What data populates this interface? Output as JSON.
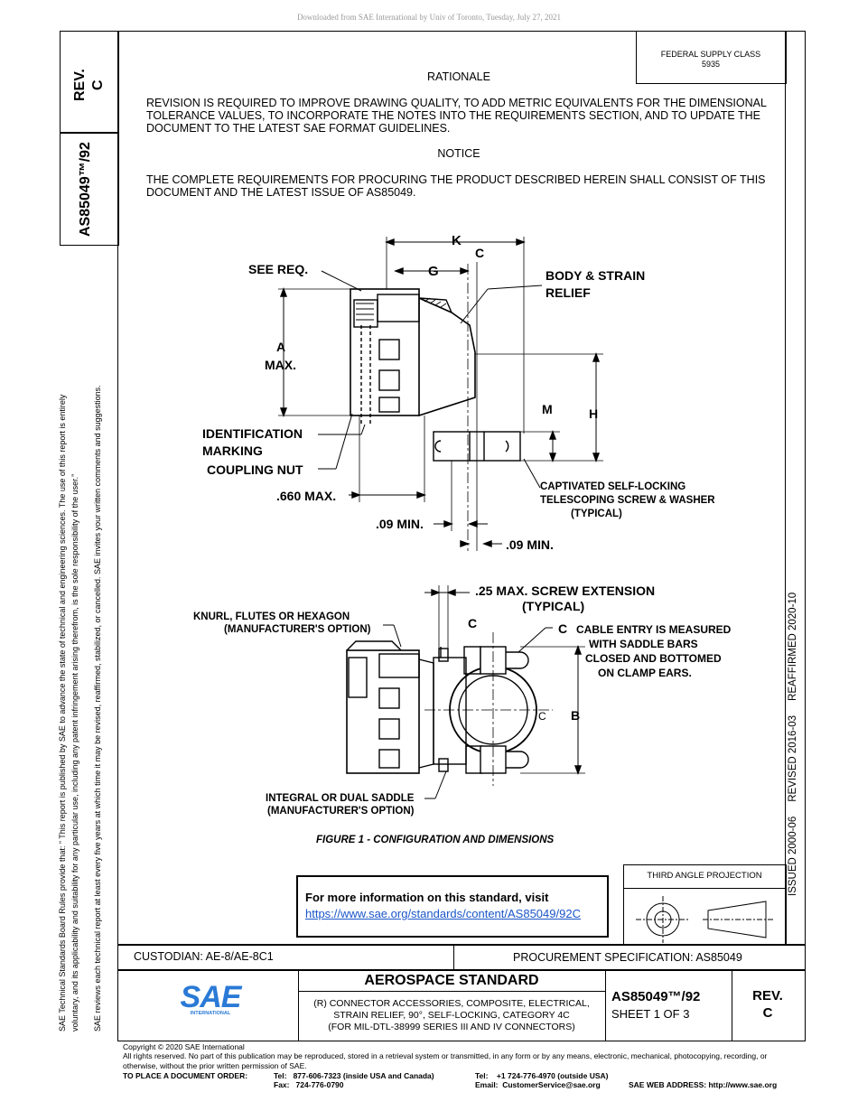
{
  "download_note": "Downloaded from SAE International by Univ of Toronto, Tuesday, July 27, 2021",
  "left_block": {
    "rev_label": "REV.",
    "rev_value": "C",
    "doc_number": "AS85049™/92"
  },
  "side_text": {
    "line1": "SAE Technical Standards Board Rules provide that: “ This report is published by SAE to advance the state of technical and engineering sciences. The use of this report is entirely",
    "line2": "voluntary, and its applicability and suitability for any particular use, including any patent infringement arising therefrom, is the sole responsibility of the user.”",
    "line3": "SAE reviews each technical report at least every five years at which time it may be revised, reaffirmed, stabilized, or cancelled. SAE invites your written comments and suggestions."
  },
  "right_strip": "ISSUED 2000-06     REVISED 2016-03     REAFFIRMED 2020-10",
  "fsc": {
    "line1": "FEDERAL SUPPLY CLASS",
    "line2": "5935"
  },
  "rationale": {
    "heading": "RATIONALE",
    "text": "REVISION IS REQUIRED TO IMPROVE DRAWING QUALITY, TO ADD METRIC EQUIVALENTS FOR THE DIMENSIONAL TOLERANCE VALUES, TO INCORPORATE THE NOTES INTO THE REQUIREMENTS SECTION, AND TO UPDATE THE DOCUMENT TO THE LATEST SAE FORMAT GUIDELINES."
  },
  "notice": {
    "heading": "NOTICE",
    "text": "THE COMPLETE REQUIREMENTS FOR PROCURING THE PRODUCT DESCRIBED HEREIN SHALL CONSIST OF THIS DOCUMENT AND THE LATEST ISSUE OF AS85049."
  },
  "figure_labels": {
    "k": "K",
    "cl_top": "C",
    "g": "G",
    "see_req": "SEE REQ.",
    "body_strain1": "BODY & STRAIN",
    "body_strain2": "RELIEF",
    "a": "A",
    "max": "MAX.",
    "m": "M",
    "h": "H",
    "ident1": "IDENTIFICATION",
    "ident2": "MARKING",
    "coupling": "COUPLING NUT",
    "max660": ".660 MAX.",
    "capt1": "CAPTIVATED SELF-LOCKING",
    "capt2": "TELESCOPING SCREW & WASHER",
    "capt3": "(TYPICAL)",
    "min09a": ".09 MIN.",
    "min09b": ".09 MIN.",
    "screw_ext1": ".25 MAX. SCREW EXTENSION",
    "screw_ext2": "(TYPICAL)",
    "knurl1": "KNURL, FLUTES OR HEXAGON",
    "knurl2": "(MANUFACTURER'S OPTION)",
    "cl_bottom": "C",
    "c_dim": "C",
    "cable1": "CABLE ENTRY IS MEASURED",
    "cable2": "WITH SADDLE BARS",
    "cable3": "CLOSED AND BOTTOMED",
    "cable4": "ON CLAMP EARS.",
    "b": "B",
    "cl_center": "C",
    "saddle1": "INTEGRAL OR DUAL SADDLE",
    "saddle2": "(MANUFACTURER'S OPTION)"
  },
  "figure_caption": "FIGURE 1 - CONFIGURATION AND DIMENSIONS",
  "info_box": {
    "text": "For more information on this standard, visit",
    "link": "https://www.sae.org/standards/content/AS85049/92C"
  },
  "projection": {
    "label": "THIRD ANGLE PROJECTION"
  },
  "custodian": "CUSTODIAN: AE-8/AE-8C1",
  "procurement": "PROCUREMENT SPECIFICATION: AS85049",
  "title_block": {
    "logo": "SAE",
    "logo_sub": "INTERNATIONAL",
    "heading": "AEROSPACE STANDARD",
    "desc1": "(R) CONNECTOR ACCESSORIES, COMPOSITE, ELECTRICAL,",
    "desc2": "STRAIN RELIEF, 90°, SELF-LOCKING, CATEGORY 4C",
    "desc3": "(FOR MIL-DTL-38999 SERIES III AND IV CONNECTORS)",
    "doc_number": "AS85049™/92",
    "sheet": "SHEET 1 OF 3",
    "rev_label": "REV.",
    "rev_value": "C"
  },
  "footer": {
    "copyright": "Copyright © 2020 SAE International",
    "rights": "All rights reserved. No part of this publication may be reproduced, stored in a retrieval system or transmitted, in any form or by any means, electronic, mechanical, photocopying, recording, or otherwise, without the prior written permission of SAE.",
    "order_label": "TO PLACE A DOCUMENT ORDER:",
    "tel_usa": "Tel:   877-606-7323 (inside USA and Canada)",
    "fax": "Fax:   724-776-0790",
    "tel_out": "Tel:    +1 724-776-4970 (outside USA)",
    "email": "Email:  CustomerService@sae.org",
    "web": "SAE WEB ADDRESS: http://www.sae.org"
  }
}
